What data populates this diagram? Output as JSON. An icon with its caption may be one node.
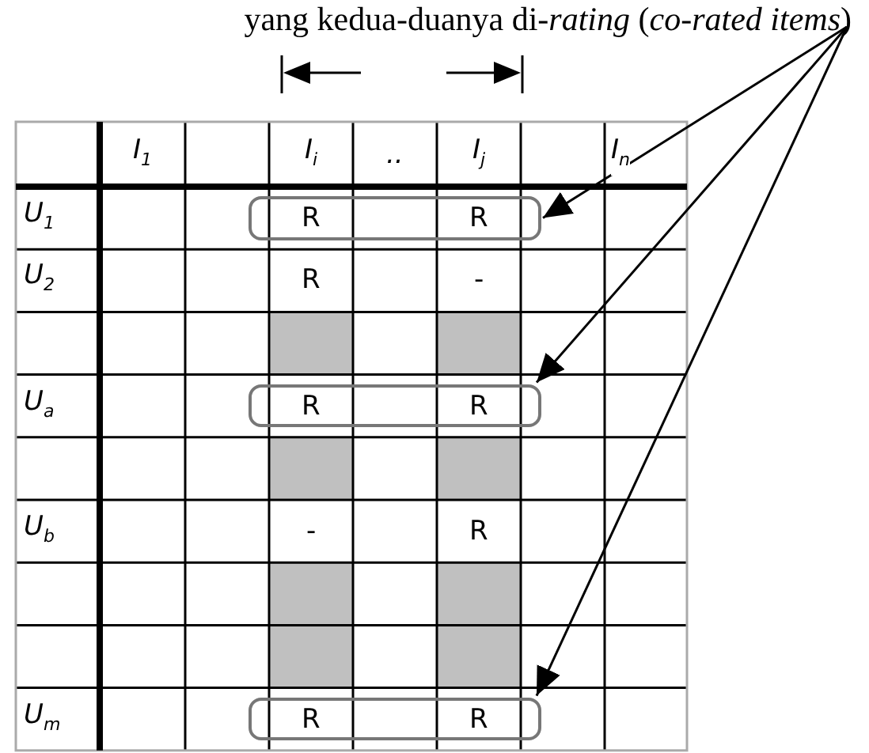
{
  "diagram": {
    "nodes": [
      {
        "text": [
          "yang kedua-duanya di-*rating* (*co-rated items*)"
        ]
      },
      {
        "text": [],
        "shape": "box"
      },
      {
        "text": [],
        "shape": "box"
      },
      {
        "text": [],
        "shape": "box"
      }
    ],
    "edges": [
      {
        "from": 0,
        "to": 1,
        "arrow": "to"
      },
      {
        "from": 0,
        "to": 2,
        "arrow": "to"
      },
      {
        "from": 0,
        "to": 3,
        "arrow": "to"
      }
    ],
    "labels": [
      "I$_{1}$",
      "I$_{i}$",
      "..",
      "I$_{j}$",
      "I$_{n}$",
      "U$_{1}$",
      "R",
      "R",
      "U$_{2}$",
      "R",
      "-",
      "U$_{a}$",
      "R",
      "R",
      "U$_{b}$",
      "-",
      "R",
      "U$_{m}$",
      "R",
      "R"
    ]
  }
}
